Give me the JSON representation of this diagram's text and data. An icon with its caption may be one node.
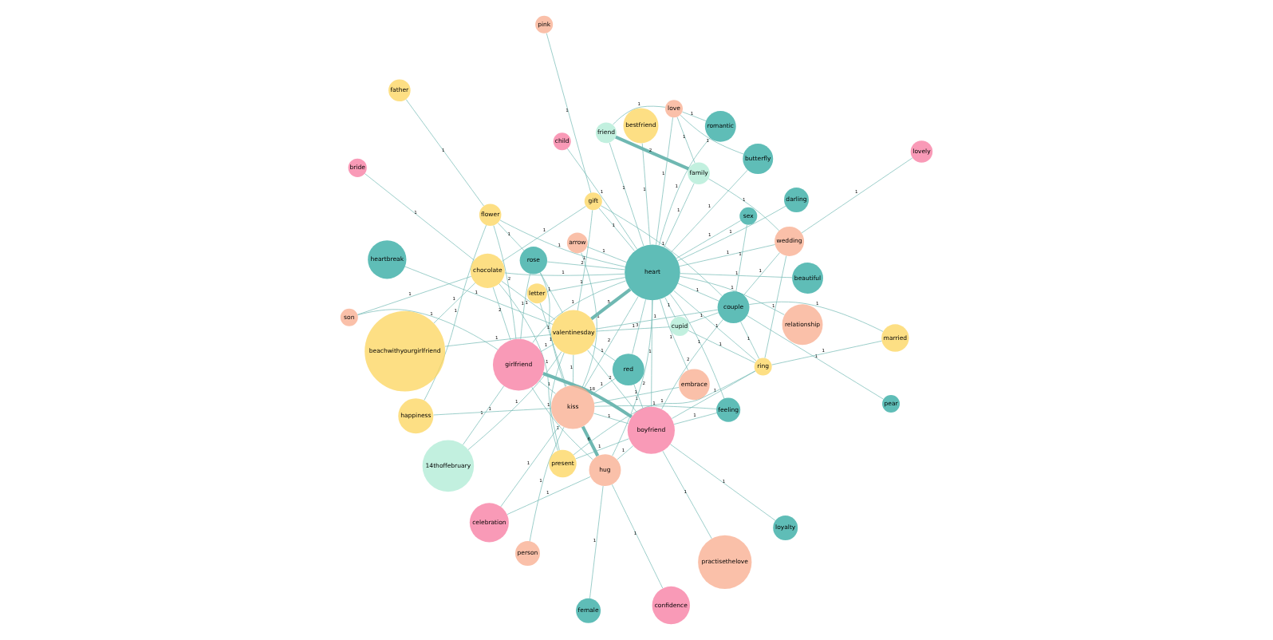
{
  "diagram": {
    "nodes": [
      {
        "text": [
          "flower"
        ]
      },
      {
        "text": [
          "girlfriend"
        ]
      },
      {
        "text": [
          "person"
        ]
      },
      {
        "text": [
          "father"
        ]
      },
      {
        "text": [
          "loyalty"
        ]
      },
      {
        "text": [
          "happiness"
        ]
      },
      {
        "text": [
          "letter"
        ]
      },
      {
        "text": [
          "feeling"
        ]
      },
      {
        "text": [
          "boyfriend"
        ]
      },
      {
        "text": [
          "14thoffebruary"
        ]
      },
      {
        "text": [
          "chocolate"
        ]
      },
      {
        "text": [
          "celebration"
        ]
      },
      {
        "text": [
          "rose"
        ]
      },
      {
        "text": [
          "confidence"
        ]
      },
      {
        "text": [
          "arrow"
        ]
      },
      {
        "text": [
          "kiss"
        ]
      },
      {
        "text": [
          "practisethelove"
        ]
      },
      {
        "text": [
          "son"
        ]
      },
      {
        "text": [
          "beachwithyourgirlfriend"
        ]
      },
      {
        "text": [
          "bride"
        ]
      },
      {
        "text": [
          "female"
        ]
      },
      {
        "text": [
          "hug"
        ]
      },
      {
        "text": [
          "red"
        ]
      },
      {
        "text": [
          "embrace"
        ]
      },
      {
        "text": [
          "bestfriend"
        ]
      },
      {
        "text": [
          "butterfly"
        ]
      },
      {
        "text": [
          "valentinesday"
        ]
      },
      {
        "text": [
          "heartbreak"
        ]
      },
      {
        "text": [
          "relationship"
        ]
      },
      {
        "text": [
          "beautiful"
        ]
      },
      {
        "text": [
          "heart"
        ]
      },
      {
        "text": [
          "couple"
        ]
      },
      {
        "text": [
          "pear"
        ]
      },
      {
        "text": [
          "family"
        ]
      },
      {
        "text": [
          "romantic"
        ]
      },
      {
        "text": [
          "gift"
        ]
      },
      {
        "text": [
          "present"
        ]
      },
      {
        "text": [
          "love"
        ]
      },
      {
        "text": [
          "wedding"
        ]
      },
      {
        "text": [
          "ring"
        ]
      },
      {
        "text": [
          "sex"
        ]
      },
      {
        "text": [
          "pink"
        ]
      },
      {
        "text": [
          "friend"
        ]
      },
      {
        "text": [
          "lovely"
        ]
      },
      {
        "text": [
          "darling"
        ]
      },
      {
        "text": [
          "child"
        ]
      },
      {
        "text": [
          "married"
        ]
      },
      {
        "text": [
          "cupid"
        ]
      }
    ],
    "edges": [
      {
        "from": 1,
        "to": 8,
        "arrow": "none",
        "label": "18",
        "style": "thick"
      },
      {
        "from": 21,
        "to": 15,
        "arrow": "none",
        "label": "6",
        "style": "thick"
      },
      {
        "from": 30,
        "to": 26,
        "arrow": "none",
        "label": "5",
        "style": "thick"
      },
      {
        "from": 33,
        "to": 42,
        "arrow": "none",
        "label": "2",
        "style": "thick"
      },
      {
        "from": 0,
        "to": 1,
        "arrow": "none",
        "label": "2"
      },
      {
        "from": 1,
        "to": 10,
        "arrow": "none",
        "label": "2"
      },
      {
        "from": 30,
        "to": 15,
        "arrow": "none",
        "label": "2"
      },
      {
        "from": 30,
        "to": 21,
        "arrow": "none",
        "label": "2"
      },
      {
        "from": 30,
        "to": 22,
        "arrow": "none",
        "label": "3"
      },
      {
        "from": 30,
        "to": 12,
        "arrow": "none",
        "label": "2"
      },
      {
        "from": 8,
        "to": 31,
        "arrow": "none",
        "label": "2"
      },
      {
        "from": 8,
        "to": 26,
        "arrow": "none",
        "label": "2"
      },
      {
        "from": 30,
        "to": 1,
        "arrow": "none",
        "label": "1"
      },
      {
        "from": 30,
        "to": 8,
        "arrow": "none",
        "label": "1"
      },
      {
        "from": 30,
        "to": 31,
        "arrow": "none",
        "label": "1"
      },
      {
        "from": 30,
        "to": 37,
        "arrow": "none",
        "label": "1"
      },
      {
        "from": 30,
        "to": 29,
        "arrow": "none",
        "label": "1"
      },
      {
        "from": 30,
        "to": 25,
        "arrow": "none",
        "label": "1"
      },
      {
        "from": 30,
        "to": 34,
        "arrow": "none",
        "label": "1"
      },
      {
        "from": 30,
        "to": 38,
        "arrow": "none",
        "label": "1"
      },
      {
        "from": 30,
        "to": 39,
        "arrow": "none",
        "label": "1"
      },
      {
        "from": 30,
        "to": 44,
        "arrow": "none",
        "label": "1"
      },
      {
        "from": 30,
        "to": 40,
        "arrow": "none",
        "label": "1"
      },
      {
        "from": 30,
        "to": 28,
        "arrow": "none",
        "label": "1"
      },
      {
        "from": 30,
        "to": 33,
        "arrow": "none",
        "label": "1"
      },
      {
        "from": 30,
        "to": 42,
        "arrow": "none",
        "label": "1"
      },
      {
        "from": 30,
        "to": 24,
        "arrow": "none",
        "label": "1"
      },
      {
        "from": 30,
        "to": 14,
        "arrow": "none",
        "label": "1"
      },
      {
        "from": 30,
        "to": 6,
        "arrow": "none",
        "label": "1"
      },
      {
        "from": 30,
        "to": 7,
        "arrow": "none",
        "label": "1"
      },
      {
        "from": 30,
        "to": 0,
        "arrow": "none",
        "label": "1"
      },
      {
        "from": 30,
        "to": 10,
        "arrow": "none",
        "label": "1"
      },
      {
        "from": 30,
        "to": 23,
        "arrow": "none",
        "label": "1"
      },
      {
        "from": 30,
        "to": 35,
        "arrow": "none",
        "label": "1"
      },
      {
        "from": 30,
        "to": 47,
        "arrow": "none",
        "label": "1"
      },
      {
        "from": 30,
        "to": 45,
        "arrow": "none",
        "label": "1"
      },
      {
        "from": 1,
        "to": 15,
        "arrow": "none",
        "label": "1"
      },
      {
        "from": 1,
        "to": 21,
        "arrow": "none",
        "label": "1"
      },
      {
        "from": 1,
        "to": 12,
        "arrow": "none",
        "label": "1"
      },
      {
        "from": 1,
        "to": 26,
        "arrow": "none",
        "label": "1"
      },
      {
        "from": 1,
        "to": 9,
        "arrow": "none",
        "label": "1"
      },
      {
        "from": 1,
        "to": 17,
        "arrow": "none",
        "label": "1"
      },
      {
        "from": 8,
        "to": 15,
        "arrow": "none",
        "label": "1"
      },
      {
        "from": 8,
        "to": 21,
        "arrow": "none",
        "label": "1"
      },
      {
        "from": 8,
        "to": 22,
        "arrow": "none",
        "label": "1"
      },
      {
        "from": 8,
        "to": 4,
        "arrow": "none",
        "label": "1"
      },
      {
        "from": 8,
        "to": 7,
        "arrow": "none",
        "label": "1"
      },
      {
        "from": 8,
        "to": 16,
        "arrow": "none",
        "label": "1"
      },
      {
        "from": 8,
        "to": 39,
        "arrow": "none",
        "label": "1"
      },
      {
        "from": 8,
        "to": 36,
        "arrow": "none",
        "label": "1"
      },
      {
        "from": 15,
        "to": 26,
        "arrow": "none",
        "label": "1"
      },
      {
        "from": 15,
        "to": 6,
        "arrow": "none",
        "label": "1"
      },
      {
        "from": 15,
        "to": 2,
        "arrow": "none",
        "label": "1"
      },
      {
        "from": 15,
        "to": 5,
        "arrow": "none",
        "label": "1"
      },
      {
        "from": 15,
        "to": 7,
        "arrow": "none",
        "label": "1"
      },
      {
        "from": 15,
        "to": 23,
        "arrow": "none",
        "label": "1"
      },
      {
        "from": 15,
        "to": 22,
        "arrow": "none",
        "label": "1"
      },
      {
        "from": 15,
        "to": 12,
        "arrow": "none",
        "label": "1"
      },
      {
        "from": 15,
        "to": 14,
        "arrow": "none",
        "label": "1"
      },
      {
        "from": 15,
        "to": 11,
        "arrow": "none",
        "label": "1"
      },
      {
        "from": 26,
        "to": 10,
        "arrow": "none",
        "label": "1"
      },
      {
        "from": 26,
        "to": 36,
        "arrow": "none",
        "label": "1"
      },
      {
        "from": 26,
        "to": 35,
        "arrow": "none",
        "label": "1"
      },
      {
        "from": 26,
        "to": 27,
        "arrow": "none",
        "label": "1"
      },
      {
        "from": 26,
        "to": 18,
        "arrow": "none",
        "label": "1"
      },
      {
        "from": 26,
        "to": 31,
        "arrow": "none",
        "label": "1"
      },
      {
        "from": 26,
        "to": 9,
        "arrow": "none",
        "label": "1"
      },
      {
        "from": 26,
        "to": 12,
        "arrow": "none",
        "label": "1"
      },
      {
        "from": 26,
        "to": 22,
        "arrow": "none",
        "label": "1"
      },
      {
        "from": 26,
        "to": 47,
        "arrow": "none",
        "label": "1"
      },
      {
        "from": 31,
        "to": 39,
        "arrow": "none",
        "label": "1"
      },
      {
        "from": 31,
        "to": 46,
        "arrow": "none",
        "label": "1"
      },
      {
        "from": 31,
        "to": 40,
        "arrow": "none",
        "label": "1"
      },
      {
        "from": 31,
        "to": 35,
        "arrow": "none",
        "label": "1"
      },
      {
        "from": 31,
        "to": 32,
        "arrow": "none",
        "label": "1"
      },
      {
        "from": 31,
        "to": 38,
        "arrow": "none",
        "label": "1"
      },
      {
        "from": 31,
        "to": 47,
        "arrow": "none",
        "label": "1"
      },
      {
        "from": 39,
        "to": 36,
        "arrow": "none",
        "label": "1"
      },
      {
        "from": 39,
        "to": 46,
        "arrow": "none",
        "label": "1"
      },
      {
        "from": 39,
        "to": 47,
        "arrow": "none",
        "label": "1"
      },
      {
        "from": 39,
        "to": 38,
        "arrow": "none",
        "label": "1"
      },
      {
        "from": 35,
        "to": 41,
        "arrow": "none",
        "label": "1"
      },
      {
        "from": 35,
        "to": 10,
        "arrow": "none",
        "label": "1"
      },
      {
        "from": 33,
        "to": 37,
        "arrow": "none",
        "label": "1"
      },
      {
        "from": 33,
        "to": 38,
        "arrow": "none",
        "label": "1"
      },
      {
        "from": 42,
        "to": 37,
        "arrow": "none",
        "label": "1"
      },
      {
        "from": 37,
        "to": 25,
        "arrow": "none",
        "label": "1"
      },
      {
        "from": 37,
        "to": 34,
        "arrow": "none",
        "label": "1"
      },
      {
        "from": 21,
        "to": 13,
        "arrow": "none",
        "label": "1"
      },
      {
        "from": 21,
        "to": 20,
        "arrow": "none",
        "label": "1"
      },
      {
        "from": 21,
        "to": 11,
        "arrow": "none",
        "label": "1"
      },
      {
        "from": 10,
        "to": 17,
        "arrow": "none",
        "label": "1"
      },
      {
        "from": 10,
        "to": 19,
        "arrow": "none",
        "label": "1"
      },
      {
        "from": 10,
        "to": 18,
        "arrow": "none",
        "label": "1"
      },
      {
        "from": 10,
        "to": 36,
        "arrow": "none",
        "label": "1"
      },
      {
        "from": 43,
        "to": 38,
        "arrow": "none",
        "label": "1"
      },
      {
        "from": 0,
        "to": 3,
        "arrow": "none",
        "label": "1"
      },
      {
        "from": 0,
        "to": 5,
        "arrow": "none",
        "label": "1"
      },
      {
        "from": 0,
        "to": 12,
        "arrow": "none",
        "label": "1"
      }
    ]
  }
}
